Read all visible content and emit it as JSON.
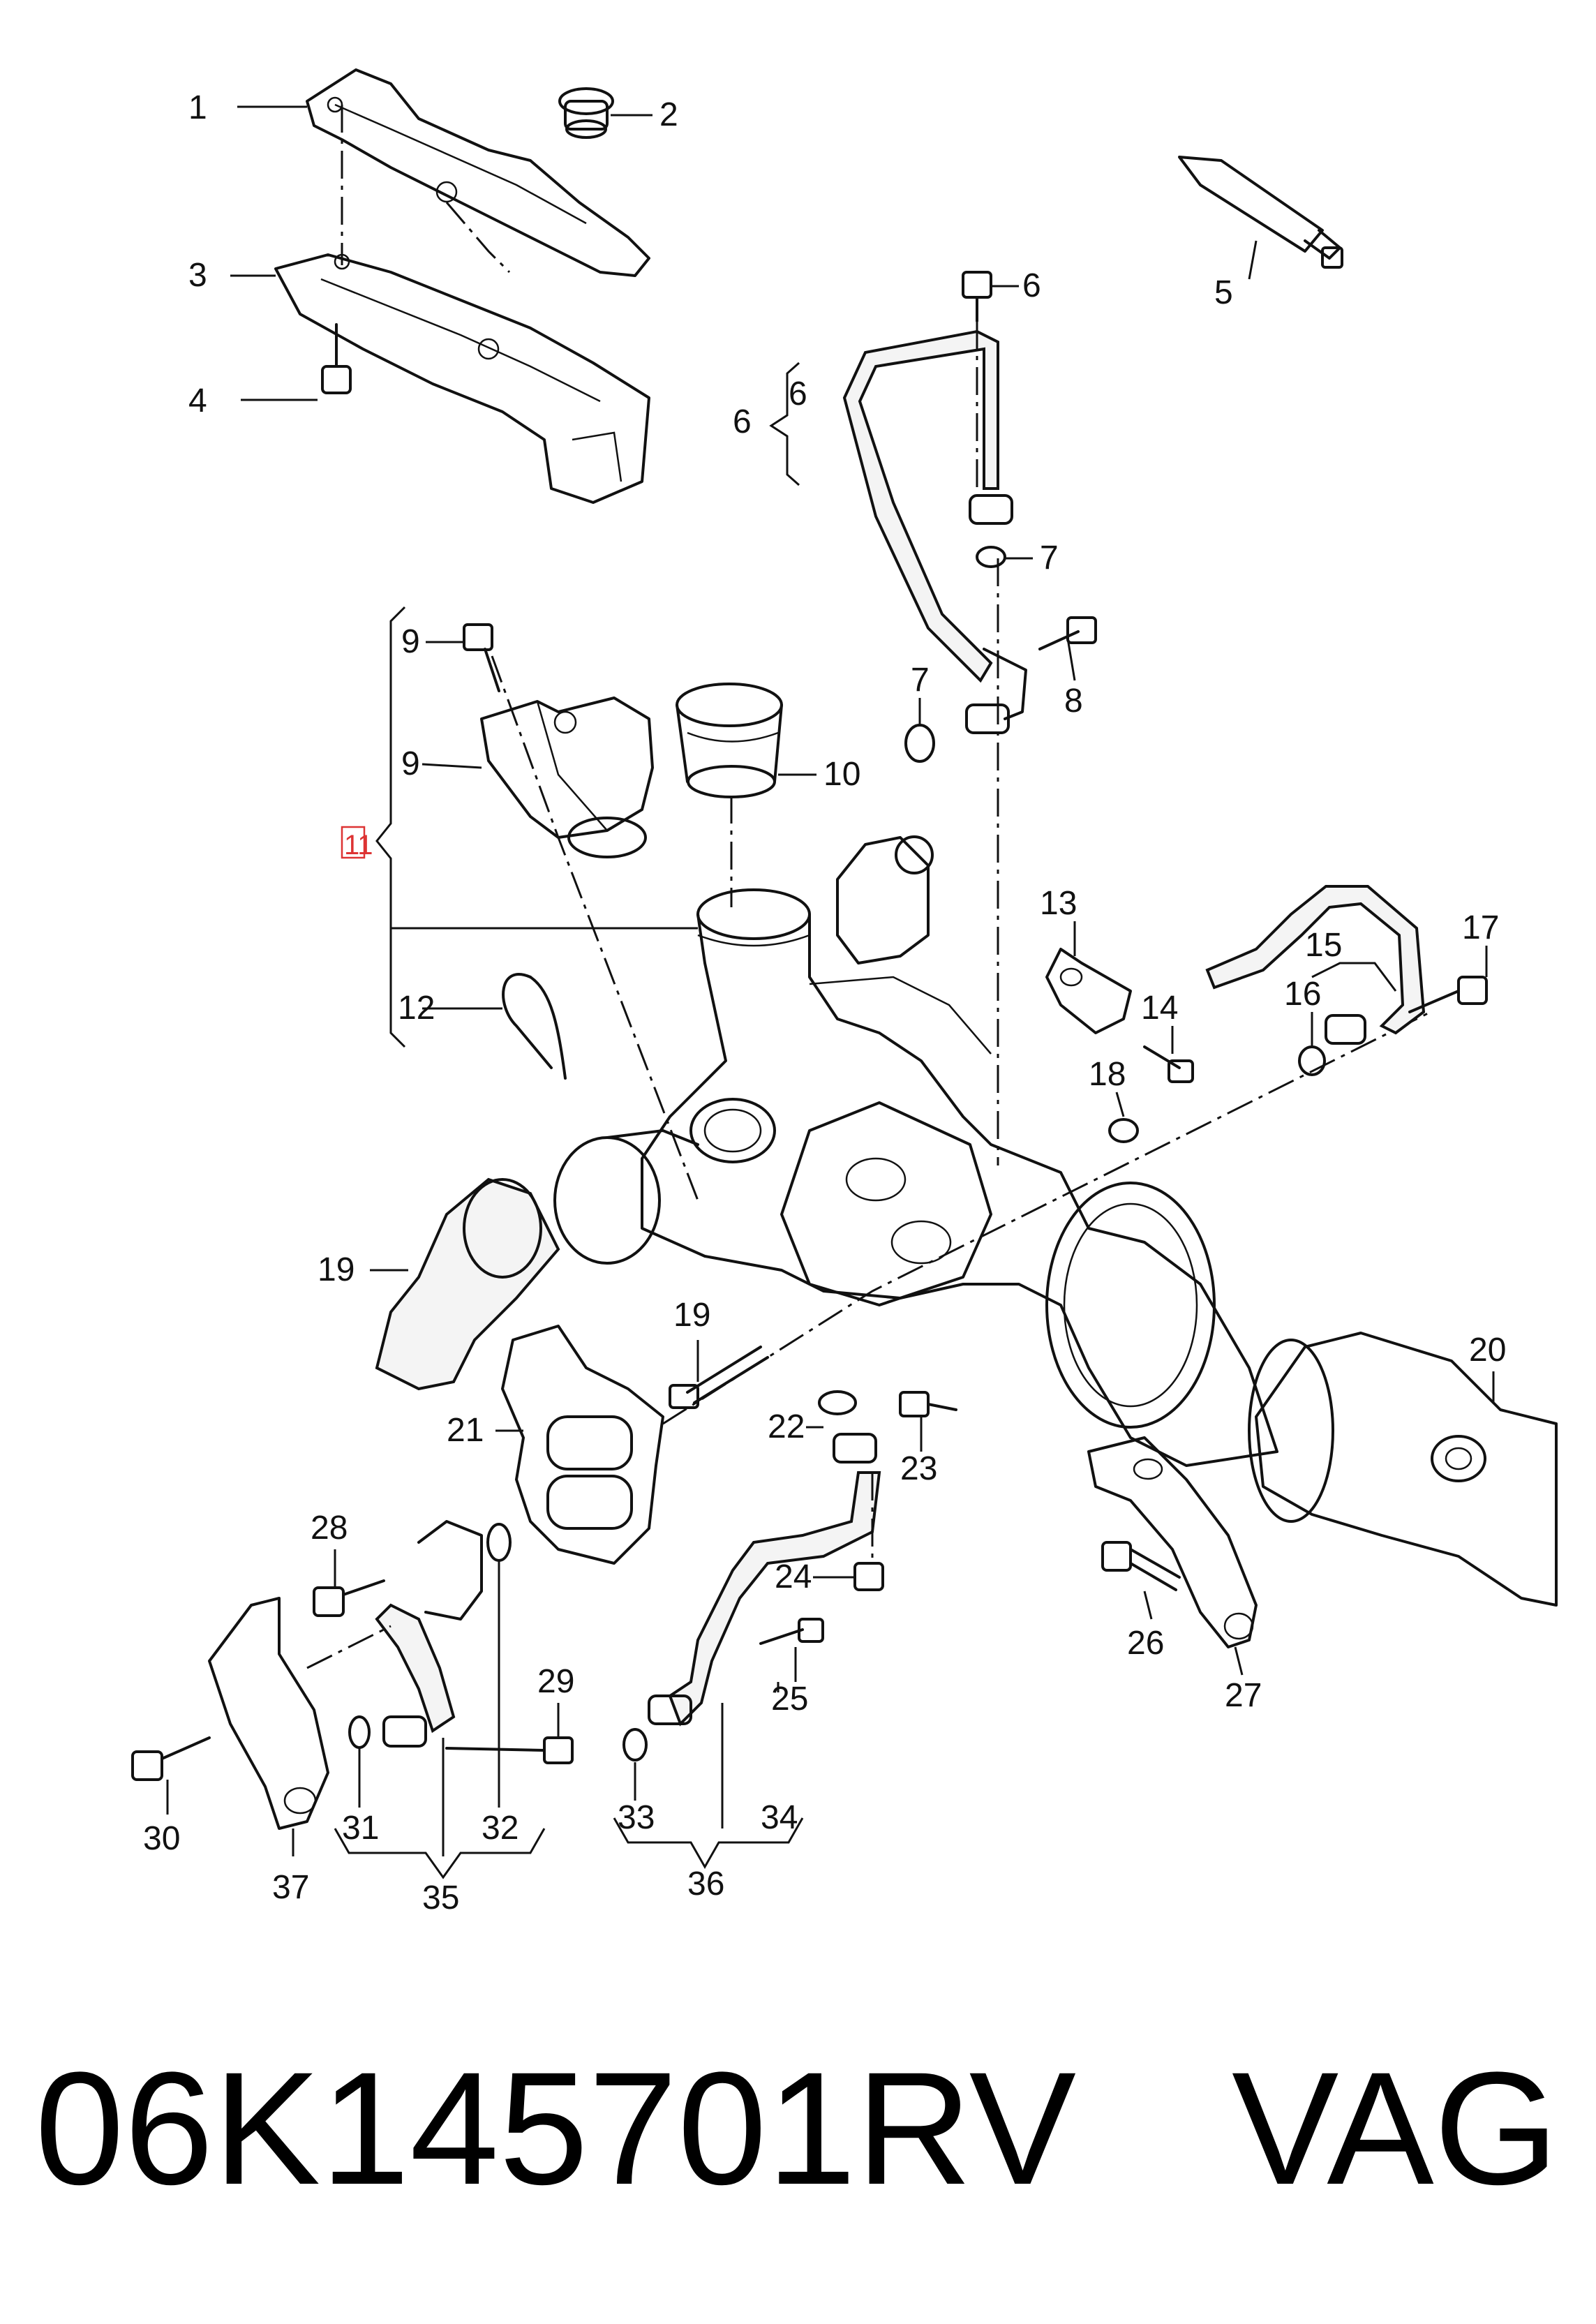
{
  "callouts": [
    "1",
    "2",
    "3",
    "4",
    "5",
    "6",
    "6",
    "6",
    "7",
    "7",
    "8",
    "9",
    "9",
    "10",
    "11",
    "12",
    "13",
    "14",
    "15",
    "16",
    "17",
    "18",
    "19",
    "19",
    "20",
    "21",
    "22",
    "23",
    "24",
    "25",
    "26",
    "27",
    "28",
    "29",
    "30",
    "31",
    "32",
    "33",
    "34",
    "35",
    "36",
    "37"
  ],
  "footer": {
    "part_number": "06K145701RV",
    "brand": "VAG"
  }
}
